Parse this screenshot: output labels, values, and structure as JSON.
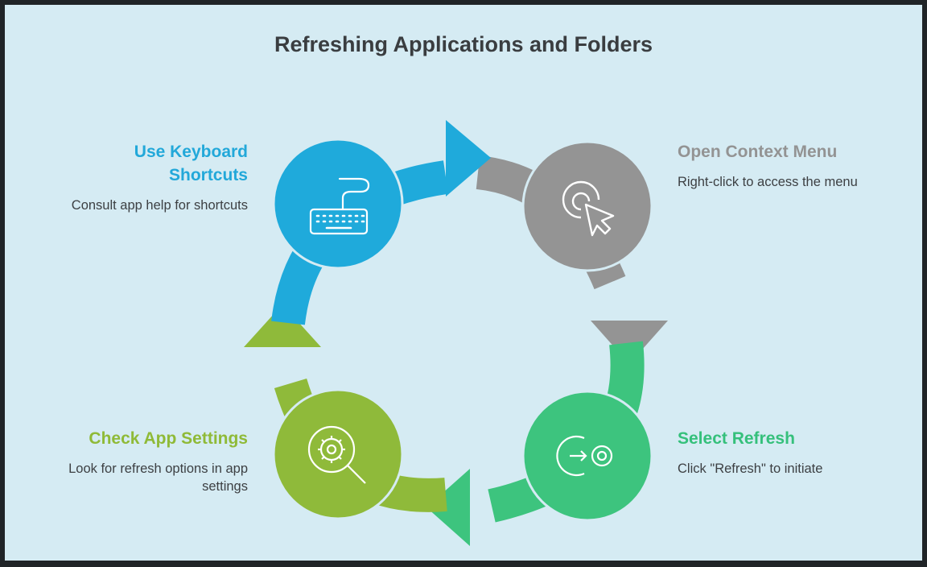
{
  "title": "Refreshing Applications and Folders",
  "steps": [
    {
      "title": "Use Keyboard Shortcuts",
      "description": "Consult app help for shortcuts",
      "icon": "keyboard-icon",
      "color": "#1faadb"
    },
    {
      "title": "Open Context Menu",
      "description": "Right-click to access the menu",
      "icon": "cursor-click-icon",
      "color": "#949494"
    },
    {
      "title": "Select Refresh",
      "description": "Click \"Refresh\" to initiate",
      "icon": "refresh-arrow-icon",
      "color": "#3dc47e"
    },
    {
      "title": "Check App Settings",
      "description": "Look for refresh options in app settings",
      "icon": "settings-search-icon",
      "color": "#8fba3a"
    }
  ]
}
